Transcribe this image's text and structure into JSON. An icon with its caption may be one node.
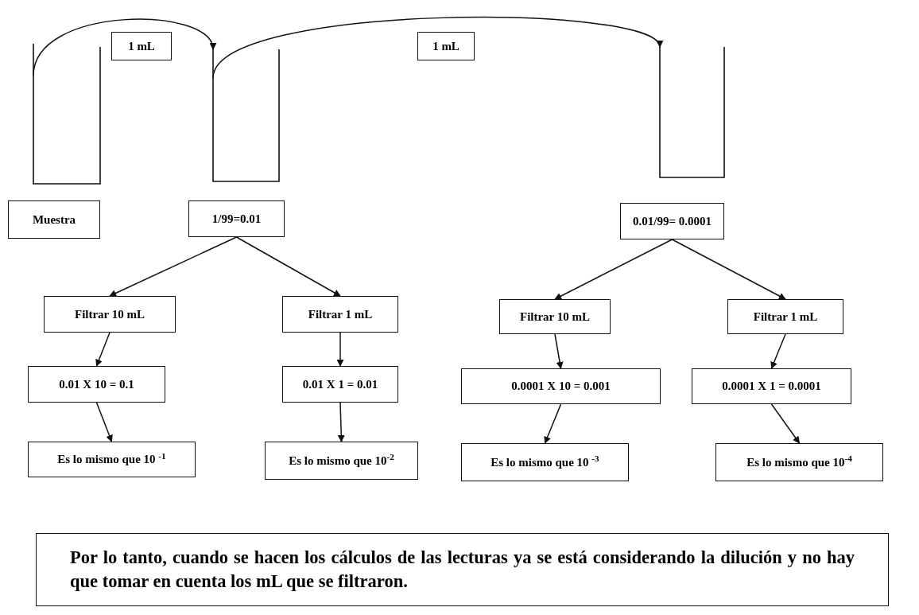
{
  "diagram": {
    "nodes": [
      {
        "text": [],
        "shape": "tube"
      },
      {
        "text": [
          "1 mL"
        ]
      },
      {
        "text": [],
        "shape": "tube"
      },
      {
        "text": [
          "1 mL"
        ]
      },
      {
        "text": [],
        "shape": "tube"
      },
      {
        "text": [
          "Muestra"
        ]
      },
      {
        "text": [
          "1/99=0.01"
        ]
      },
      {
        "text": [
          "0.01/99= 0.0001"
        ]
      },
      {
        "text": [
          "Filtrar 10 mL"
        ]
      },
      {
        "text": [
          "Filtrar 1 mL"
        ]
      },
      {
        "text": [
          "Filtrar 10 mL"
        ]
      },
      {
        "text": [
          "Filtrar 1 mL"
        ]
      },
      {
        "text": [
          "0.01 X 10 = 0.1"
        ]
      },
      {
        "text": [
          "0.01 X 1 = 0.01"
        ]
      },
      {
        "text": [
          "0.0001 X 10 = 0.001"
        ]
      },
      {
        "text": [
          "0.0001 X 1 = 0.0001"
        ]
      },
      {
        "text": [
          "Es lo mismo que 10 $^{-1}$"
        ]
      },
      {
        "text": [
          "Es lo mismo que 10$^{-2}$"
        ]
      },
      {
        "text": [
          "Es lo mismo que 10 $^{-3}$"
        ]
      },
      {
        "text": [
          "Es lo mismo que 10$^{-4}$"
        ]
      },
      {
        "text": [
          "Por lo tanto, cuando se hacen los cálculos de las lecturas ya se está considerando la dilución y no hay que tomar en cuenta los mL que se filtraron."
        ]
      }
    ],
    "edges": [
      {
        "from": 0,
        "to": 2,
        "arrow": "to"
      },
      {
        "from": 2,
        "to": 4,
        "arrow": "to"
      },
      {
        "from": 6,
        "to": 8,
        "arrow": "to"
      },
      {
        "from": 6,
        "to": 9,
        "arrow": "to"
      },
      {
        "from": 7,
        "to": 10,
        "arrow": "to"
      },
      {
        "from": 7,
        "to": 11,
        "arrow": "to"
      },
      {
        "from": 8,
        "to": 12,
        "arrow": "to"
      },
      {
        "from": 9,
        "to": 13,
        "arrow": "to"
      },
      {
        "from": 10,
        "to": 14,
        "arrow": "to"
      },
      {
        "from": 11,
        "to": 15,
        "arrow": "to"
      },
      {
        "from": 12,
        "to": 16,
        "arrow": "to"
      },
      {
        "from": 13,
        "to": 17,
        "arrow": "to"
      },
      {
        "from": 14,
        "to": 18,
        "arrow": "to"
      },
      {
        "from": 15,
        "to": 19,
        "arrow": "to"
      }
    ]
  }
}
